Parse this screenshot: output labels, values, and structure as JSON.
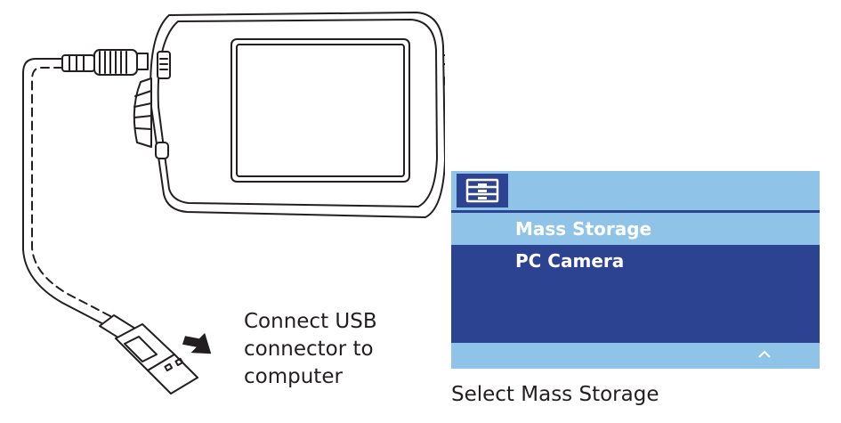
{
  "captions": {
    "connect_lines": [
      "Connect USB",
      "connector to",
      "computer"
    ],
    "select": "Select Mass Storage"
  },
  "menu": {
    "header_icon": "menu-list-icon",
    "items": [
      {
        "label": "Mass Storage",
        "selected": true
      },
      {
        "label": "PC Camera",
        "selected": false
      }
    ],
    "footer_icon": "chevron-up-icon"
  },
  "colors": {
    "light_blue": "#8fc4e8",
    "dark_blue": "#2c4391",
    "text_white": "#ffffff",
    "caption_text": "#231f20"
  }
}
